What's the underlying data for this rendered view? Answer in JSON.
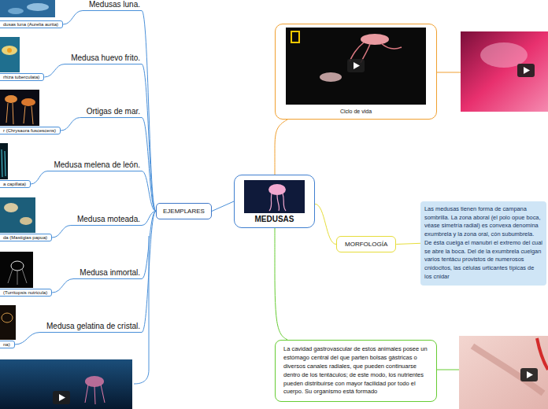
{
  "diagram": {
    "nodes": [
      {
        "text": [
          "MEDUSAS"
        ]
      },
      {
        "text": [
          "EJEMPLARES"
        ]
      },
      {
        "text": [
          "Medusas luna."
        ]
      },
      {
        "text": [
          "Medusa huevo frito."
        ]
      },
      {
        "text": [
          "Ortigas de mar."
        ]
      },
      {
        "text": [
          "Medusa melena de león."
        ]
      },
      {
        "text": [
          "Medusa moteada."
        ]
      },
      {
        "text": [
          "Medusa inmortal."
        ]
      },
      {
        "text": [
          "Medusa gelatina de cristal."
        ]
      },
      {
        "text": [
          "dusas luna (Aurelia aurita)"
        ]
      },
      {
        "text": [
          "rhiza tuberculata)"
        ]
      },
      {
        "text": [
          "r (Chrysaora fuscescens)"
        ]
      },
      {
        "text": [
          "a capillata)"
        ]
      },
      {
        "text": [
          "da (Mastigias papua)"
        ]
      },
      {
        "text": [
          "(Turritopsis nutricula)"
        ]
      },
      {
        "text": [
          "na)"
        ]
      },
      {
        "text": [
          "Ciclo de vida"
        ]
      },
      {
        "text": [
          "MORFOLOGÍA"
        ]
      },
      {
        "text": [
          "Las medusas tienen forma de campana sombrilla. La zona aboral (el polo opue boca, véase simetría radial) es convexa denomina exumbrela y la zona oral, cón subumbrela. De ésta cuelga el manubri el extremo del cual se abre la boca. Del de la exumbrela cuelgan varios tentácu provistos de numerosos cnidocitos, las células urticantes típicas de los cnidar"
        ]
      },
      {
        "text": [
          "La cavidad gastrovascular de estos animales posee un estómago central del que parten bolsas gástricas o diversos canales radiales, que pueden continuarse dentro de los tentáculos; de este modo, los nutrientes pueden distribuirse con mayor facilidad por todo el cuerpo. Su organismo está formado"
        ]
      }
    ],
    "edges": [
      {
        "from": 0,
        "to": 1,
        "arrow": "none"
      },
      {
        "from": 1,
        "to": 2,
        "arrow": "none"
      },
      {
        "from": 1,
        "to": 3,
        "arrow": "none"
      },
      {
        "from": 1,
        "to": 4,
        "arrow": "none"
      },
      {
        "from": 1,
        "to": 5,
        "arrow": "none"
      },
      {
        "from": 1,
        "to": 6,
        "arrow": "none"
      },
      {
        "from": 1,
        "to": 7,
        "arrow": "none"
      },
      {
        "from": 1,
        "to": 8,
        "arrow": "none"
      },
      {
        "from": 2,
        "to": 9,
        "arrow": "none"
      },
      {
        "from": 3,
        "to": 10,
        "arrow": "none"
      },
      {
        "from": 4,
        "to": 11,
        "arrow": "none"
      },
      {
        "from": 5,
        "to": 12,
        "arrow": "none"
      },
      {
        "from": 6,
        "to": 13,
        "arrow": "none"
      },
      {
        "from": 7,
        "to": 14,
        "arrow": "none"
      },
      {
        "from": 8,
        "to": 15,
        "arrow": "none"
      },
      {
        "from": 0,
        "to": 16,
        "arrow": "none"
      },
      {
        "from": 0,
        "to": 17,
        "arrow": "none"
      },
      {
        "from": 17,
        "to": 18,
        "arrow": "none"
      },
      {
        "from": 0,
        "to": 19,
        "arrow": "none"
      }
    ]
  }
}
